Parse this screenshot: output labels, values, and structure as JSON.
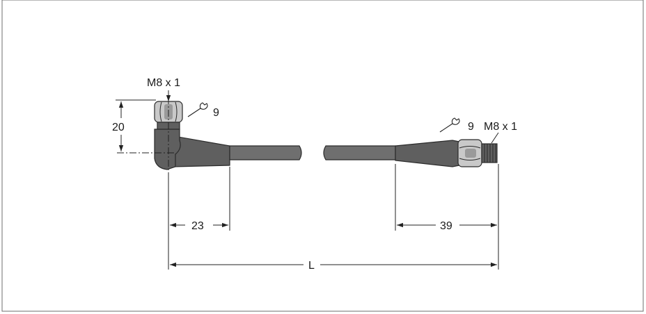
{
  "labels": {
    "left_thread": "M8 x 1",
    "left_wrench": "9",
    "left_height": "20",
    "left_length": "23",
    "right_wrench": "9",
    "right_thread": "M8 x 1",
    "right_length": "39",
    "total_length": "L"
  }
}
